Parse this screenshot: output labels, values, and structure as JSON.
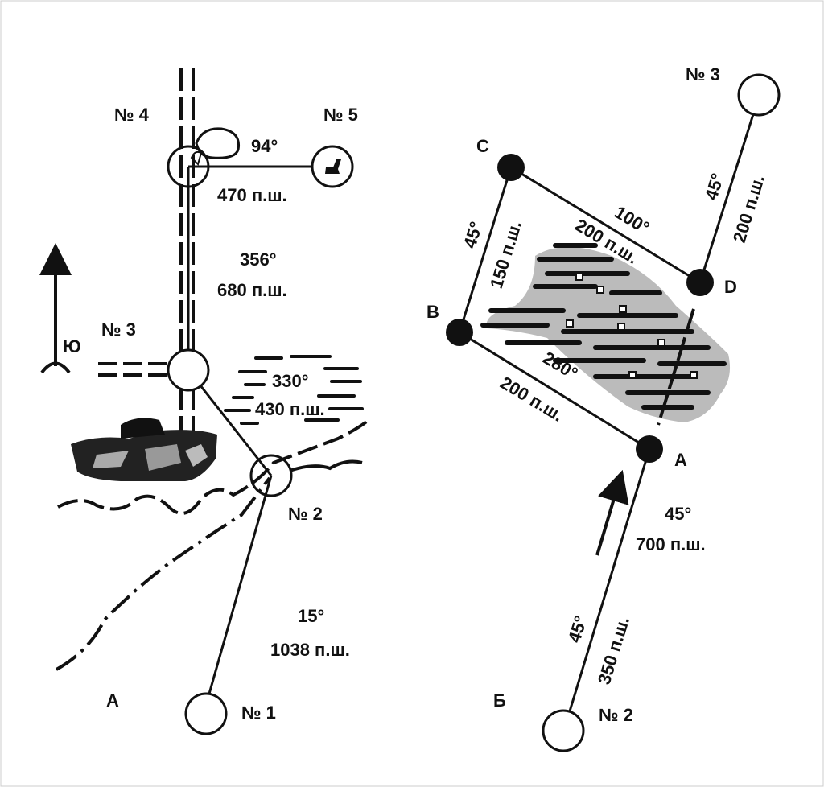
{
  "diagram_a": {
    "caption": "А",
    "north_label": "Ю",
    "waypoints": {
      "n1": "№ 1",
      "n2": "№ 2",
      "n3": "№ 3",
      "n4": "№ 4",
      "n5": "№ 5"
    },
    "legs": {
      "leg_1_2": {
        "azimuth": "15°",
        "distance": "1038 п.ш."
      },
      "leg_2_3": {
        "azimuth": "330°",
        "distance": "430 п.ш."
      },
      "leg_3_4": {
        "azimuth": "356°",
        "distance": "680 п.ш."
      },
      "leg_4_5": {
        "azimuth": "94°",
        "distance": "470 п.ш."
      }
    }
  },
  "diagram_b": {
    "caption": "Б",
    "waypoints": {
      "n2": "№ 2",
      "n3": "№ 3"
    },
    "points": {
      "a": "A",
      "b": "B",
      "c": "C",
      "d": "D"
    },
    "legs": {
      "leg_2_a": {
        "azimuth": "45°",
        "distance": "350 п.ш."
      },
      "leg_a_b": {
        "azimuth": "280°",
        "distance": "200 п.ш."
      },
      "leg_b_c": {
        "azimuth": "45°",
        "distance": "150 п.ш."
      },
      "leg_c_d": {
        "azimuth": "100°",
        "distance": "200 п.ш."
      },
      "leg_d_3": {
        "azimuth": "45°",
        "distance": "200 п.ш."
      },
      "route_summary": {
        "azimuth": "45°",
        "distance": "700 п.ш."
      }
    }
  }
}
